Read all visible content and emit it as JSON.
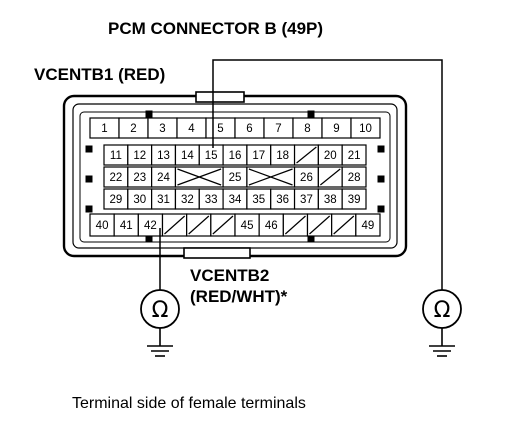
{
  "title": "PCM CONNECTOR B (49P)",
  "wires": {
    "vcentb1": "VCENTB1 (RED)",
    "vcentb2_line1": "VCENTB2",
    "vcentb2_line2": "(RED/WHT)*"
  },
  "meter_symbol": "Ω",
  "caption": "Terminal side of female terminals",
  "rows": [
    [
      {
        "label": "1",
        "w": 1
      },
      {
        "label": "2",
        "w": 1
      },
      {
        "label": "3",
        "w": 1
      },
      {
        "label": "4",
        "w": 1
      },
      {
        "label": "5",
        "w": 1
      },
      {
        "label": "6",
        "w": 1
      },
      {
        "label": "7",
        "w": 1
      },
      {
        "label": "8",
        "w": 1
      },
      {
        "label": "9",
        "w": 1
      },
      {
        "label": "10",
        "w": 1
      }
    ],
    [
      {
        "label": "11",
        "w": 1
      },
      {
        "label": "12",
        "w": 1
      },
      {
        "label": "13",
        "w": 1
      },
      {
        "label": "14",
        "w": 1
      },
      {
        "label": "15",
        "w": 1
      },
      {
        "label": "16",
        "w": 1
      },
      {
        "label": "17",
        "w": 1
      },
      {
        "label": "18",
        "w": 1
      },
      {
        "label": "",
        "w": 1,
        "mark": "slash"
      },
      {
        "label": "20",
        "w": 1
      },
      {
        "label": "21",
        "w": 1
      }
    ],
    [
      {
        "label": "22",
        "w": 1
      },
      {
        "label": "23",
        "w": 1
      },
      {
        "label": "24",
        "w": 1
      },
      {
        "label": "",
        "w": 2,
        "mark": "cross"
      },
      {
        "label": "25",
        "w": 1
      },
      {
        "label": "",
        "w": 2,
        "mark": "cross"
      },
      {
        "label": "26",
        "w": 1
      },
      {
        "label": "",
        "w": 1,
        "mark": "slash"
      },
      {
        "label": "28",
        "w": 1
      }
    ],
    [
      {
        "label": "29",
        "w": 1
      },
      {
        "label": "30",
        "w": 1
      },
      {
        "label": "31",
        "w": 1
      },
      {
        "label": "32",
        "w": 1
      },
      {
        "label": "33",
        "w": 1
      },
      {
        "label": "34",
        "w": 1
      },
      {
        "label": "35",
        "w": 1
      },
      {
        "label": "36",
        "w": 1
      },
      {
        "label": "37",
        "w": 1
      },
      {
        "label": "38",
        "w": 1
      },
      {
        "label": "39",
        "w": 1
      }
    ],
    [
      {
        "label": "40",
        "w": 1
      },
      {
        "label": "41",
        "w": 1
      },
      {
        "label": "42",
        "w": 1
      },
      {
        "label": "",
        "w": 1,
        "mark": "slash"
      },
      {
        "label": "",
        "w": 1,
        "mark": "slash"
      },
      {
        "label": "",
        "w": 1,
        "mark": "slash"
      },
      {
        "label": "45",
        "w": 1
      },
      {
        "label": "46",
        "w": 1
      },
      {
        "label": "",
        "w": 1,
        "mark": "slash"
      },
      {
        "label": "",
        "w": 1,
        "mark": "slash"
      },
      {
        "label": "",
        "w": 1,
        "mark": "slash"
      },
      {
        "label": "49",
        "w": 1
      }
    ]
  ]
}
